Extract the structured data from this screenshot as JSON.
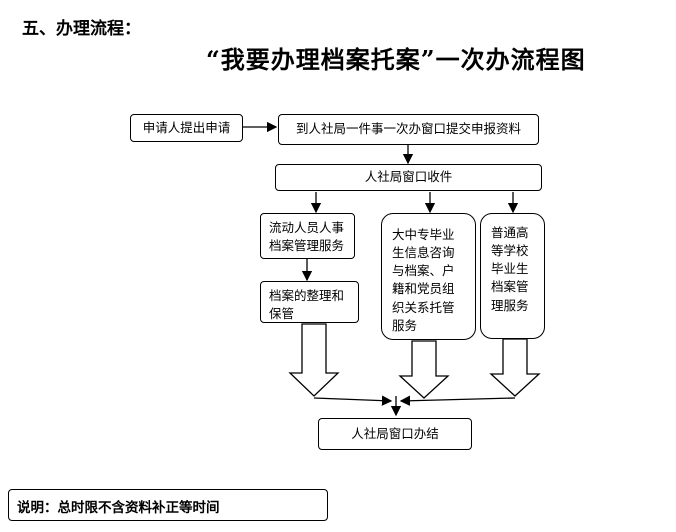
{
  "section_heading": "五、办理流程：",
  "title": "“我要办理档案托案”一次办流程图",
  "nodes": {
    "apply": "申请人提出申请",
    "submit": "到人社局一件事一次办窗口提交申报资料",
    "receive": "人社局窗口收件",
    "branch_a": "流动人员人事档案管理服务",
    "branch_a_sub": "档案的整理和保管",
    "branch_b": "大中专毕业生信息咨询与档案、户籍和党员组织关系托管服务",
    "branch_c": "普通高等学校毕业生档案管理服务",
    "finish": "人社局窗口办结"
  },
  "note": "说明：总时限不含资料补正等时间"
}
